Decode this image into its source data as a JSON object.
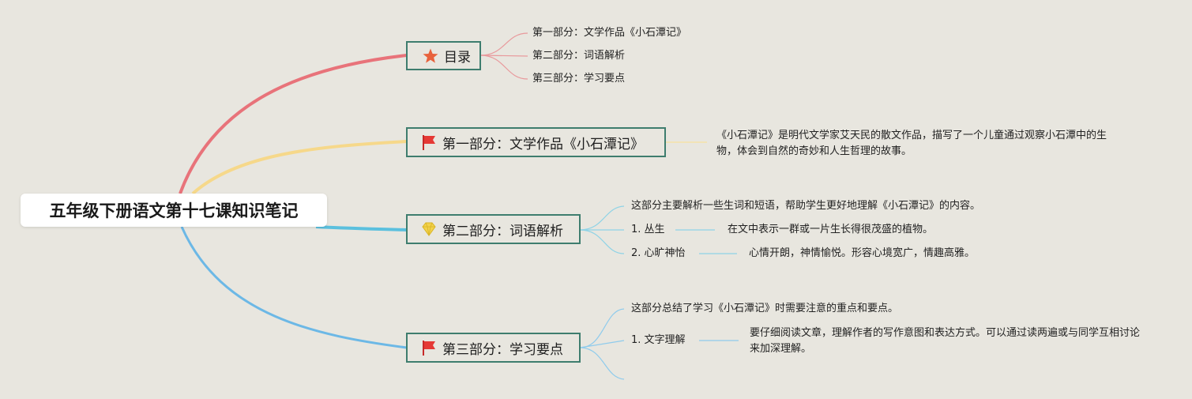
{
  "root": {
    "title": "五年级下册语文第十七课知识笔记"
  },
  "toc": {
    "label": "目录",
    "icon": "star-icon",
    "items": [
      "第一部分：文学作品《小石潭记》",
      "第二部分：词语解析",
      "第三部分：学习要点"
    ]
  },
  "part1": {
    "label": "第一部分：文学作品《小石潭记》",
    "icon": "red-flag-icon",
    "summary": "《小石潭记》是明代文学家艾天民的散文作品，描写了一个儿童通过观察小石潭中的生物，体会到自然的奇妙和人生哲理的故事。"
  },
  "part2": {
    "label": "第二部分：词语解析",
    "icon": "diamond-icon",
    "intro": "这部分主要解析一些生词和短语，帮助学生更好地理解《小石潭记》的内容。",
    "terms": [
      {
        "term": "1. 丛生",
        "meaning": "在文中表示一群或一片生长得很茂盛的植物。"
      },
      {
        "term": "2. 心旷神怡",
        "meaning": "心情开朗，神情愉悦。形容心境宽广，情趣高雅。"
      }
    ]
  },
  "part3": {
    "label": "第三部分：学习要点",
    "icon": "red-flag-icon",
    "intro": "这部分总结了学习《小石潭记》时需要注意的重点和要点。",
    "points": [
      {
        "point": "1. 文字理解",
        "detail": "要仔细阅读文章，理解作者的写作意图和表达方式。可以通过读两遍或与同学互相讨论来加深理解。"
      }
    ]
  },
  "colors": {
    "background": "#e8e6df",
    "branch_toc": "#e8737a",
    "branch_part1": "#f6d88a",
    "branch_part2": "#5bc0de",
    "branch_part3": "#6cb8e6",
    "node_border": "#3e7d6e"
  }
}
